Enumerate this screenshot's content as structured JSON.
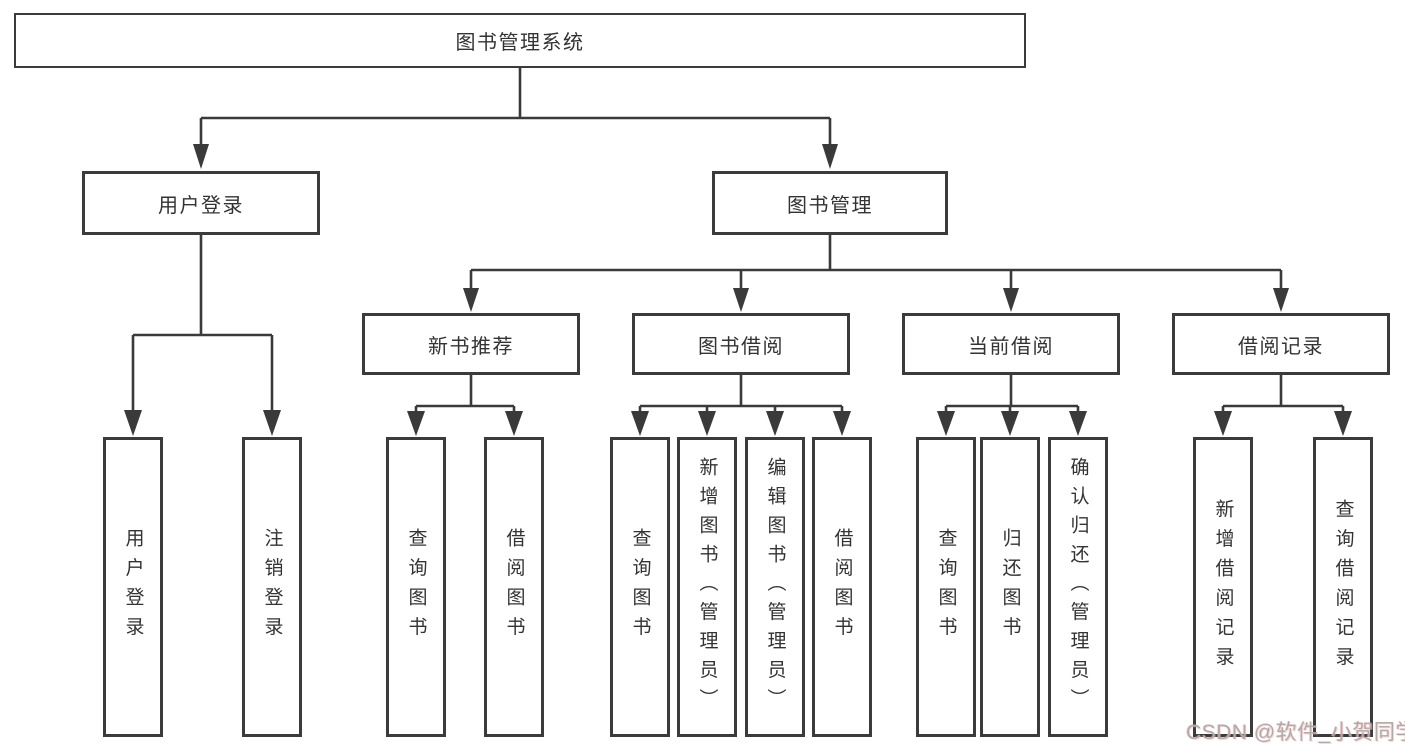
{
  "diagram": {
    "root": {
      "label": "图书管理系统"
    },
    "branches": [
      {
        "label": "用户登录",
        "children": [
          {
            "label": "用户登录"
          },
          {
            "label": "注销登录"
          }
        ]
      },
      {
        "label": "图书管理",
        "modules": [
          {
            "label": "新书推荐",
            "children": [
              {
                "label": "查询图书"
              },
              {
                "label": "借阅图书"
              }
            ]
          },
          {
            "label": "图书借阅",
            "children": [
              {
                "label": "查询图书"
              },
              {
                "label": "新增图书（管理员）"
              },
              {
                "label": "编辑图书（管理员）"
              },
              {
                "label": "借阅图书"
              }
            ]
          },
          {
            "label": "当前借阅",
            "children": [
              {
                "label": "查询图书"
              },
              {
                "label": "归还图书"
              },
              {
                "label": "确认归还（管理员）"
              }
            ]
          },
          {
            "label": "借阅记录",
            "children": [
              {
                "label": "新增借阅记录"
              },
              {
                "label": "查询借阅记录"
              }
            ]
          }
        ]
      }
    ]
  },
  "watermark": {
    "text": "CSDN @软件_小贺同学"
  },
  "colors": {
    "line": "#3a3a3a",
    "border": "#3b3b3b",
    "text": "#333333",
    "background": "#ffffff",
    "watermark": "#b2a9a9"
  }
}
